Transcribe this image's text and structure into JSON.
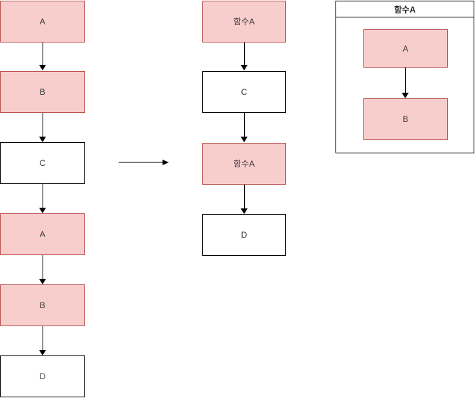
{
  "diagram": {
    "title": "",
    "colors": {
      "highlight_fill": "#f8cecc",
      "highlight_border": "#b85450",
      "plain_fill": "#ffffff",
      "plain_border": "#000000",
      "connector": "#000000",
      "transform_line": "#7f7f7f",
      "text": "#3a3a3a"
    },
    "before_flow": {
      "name": "original-sequence",
      "nodes": [
        {
          "label": "A",
          "style": "highlight"
        },
        {
          "label": "B",
          "style": "highlight"
        },
        {
          "label": "C",
          "style": "plain"
        },
        {
          "label": "A",
          "style": "highlight"
        },
        {
          "label": "B",
          "style": "highlight"
        },
        {
          "label": "D",
          "style": "plain"
        }
      ]
    },
    "transform": {
      "name": "refactor-arrow",
      "label": ""
    },
    "after_flow": {
      "name": "refactored-sequence",
      "nodes": [
        {
          "label": "함수A",
          "style": "highlight"
        },
        {
          "label": "C",
          "style": "plain"
        },
        {
          "label": "함수A",
          "style": "highlight"
        },
        {
          "label": "D",
          "style": "plain"
        }
      ]
    },
    "function_panel": {
      "name": "function-definition",
      "title": "함수A",
      "nodes": [
        {
          "label": "A",
          "style": "highlight"
        },
        {
          "label": "B",
          "style": "highlight"
        }
      ]
    }
  }
}
